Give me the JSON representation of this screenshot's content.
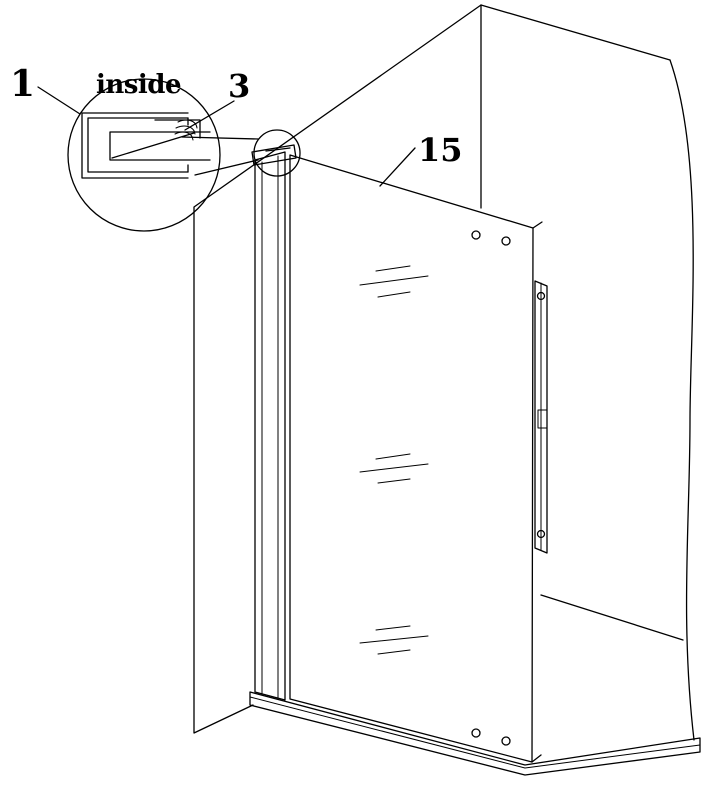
{
  "diagram": {
    "callouts": {
      "one": "1",
      "three": "3",
      "fifteen": "15"
    },
    "detail_text": "inside"
  },
  "colors": {
    "stroke": "#000000",
    "background": "#ffffff"
  }
}
